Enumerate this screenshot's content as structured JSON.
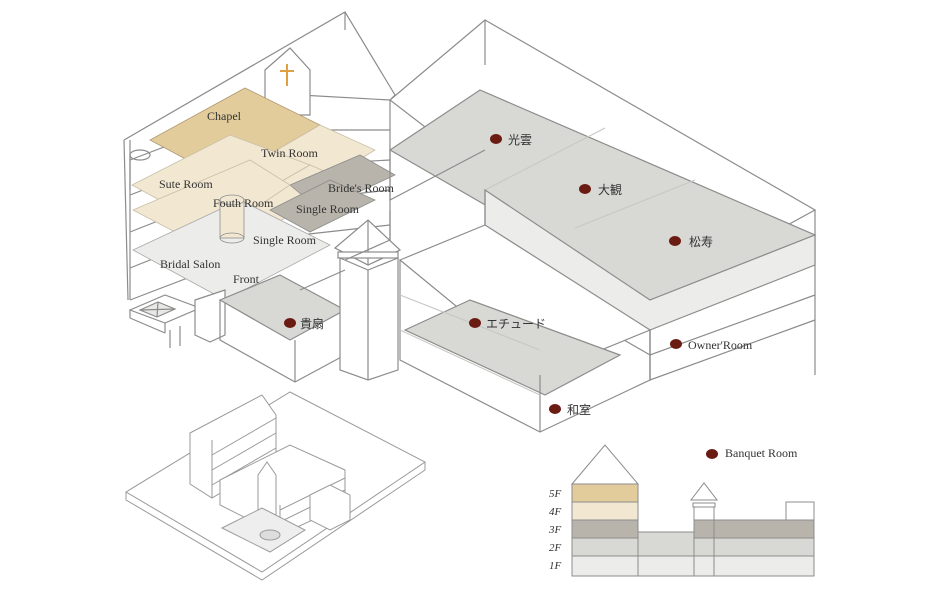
{
  "colors": {
    "line": "#8c8c8c",
    "fill_5f": "#e2cc9c",
    "fill_4f": "#f2e8d2",
    "fill_3f": "#b9b4ab",
    "fill_2f": "#d8d8d4",
    "fill_1f": "#ececea",
    "marker": "#6b1c12",
    "cross": "#e0a040"
  },
  "rooms": {
    "chapel": "Chapel",
    "twin_room": "Twin Room",
    "sute_room": "Sute Room",
    "brides_room": "Bride's Room",
    "fouth_room": "Fouth Room",
    "single_room_a": "Single Room",
    "single_room_b": "Single Room",
    "bridal_salon": "Bridal Salon",
    "front": "Front"
  },
  "banquet_rooms": {
    "kounn": "光雲",
    "taikan": "大観",
    "shouju": "松寿",
    "kisen": "貴扇",
    "etude": "エチュード",
    "owner_room": "Owner'Room",
    "washitsu": "和室"
  },
  "legend": {
    "banquet_room": "Banquet Room"
  },
  "floors": [
    "5F",
    "4F",
    "3F",
    "2F",
    "1F"
  ]
}
